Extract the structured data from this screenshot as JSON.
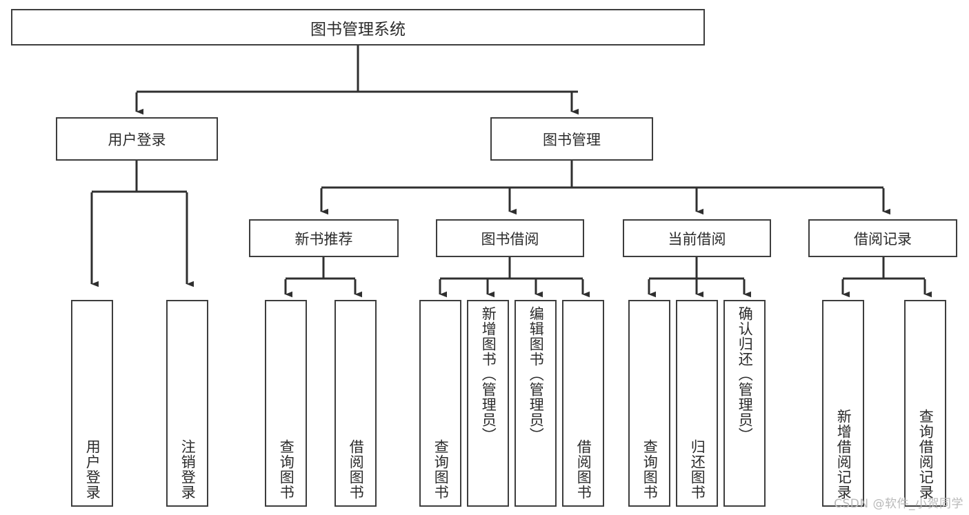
{
  "diagram": {
    "title": "图书管理系统",
    "root": {
      "label": "图书管理系统"
    },
    "level2": [
      {
        "label": "用户登录"
      },
      {
        "label": "图书管理"
      }
    ],
    "level3": [
      {
        "label": "新书推荐"
      },
      {
        "label": "图书借阅"
      },
      {
        "label": "当前借阅"
      },
      {
        "label": "借阅记录"
      }
    ],
    "leaves": {
      "user_login": [
        {
          "label": "用户登录"
        },
        {
          "label": "注销登录"
        }
      ],
      "new_book_recommend": [
        {
          "label": "查询图书"
        },
        {
          "label": "借阅图书"
        }
      ],
      "book_borrow": [
        {
          "label": "查询图书"
        },
        {
          "label": "新增图书（管理员）"
        },
        {
          "label": "编辑图书（管理员）"
        },
        {
          "label": "借阅图书"
        }
      ],
      "current_borrow": [
        {
          "label": "查询图书"
        },
        {
          "label": "归还图书"
        },
        {
          "label": "确认归还（管理员）"
        }
      ],
      "borrow_record": [
        {
          "label": "新增借阅记录"
        },
        {
          "label": "查询借阅记录"
        }
      ]
    }
  },
  "watermark": {
    "text": "CSDN @软件_小贺同学"
  },
  "colors": {
    "box_border": "#3d3d3d",
    "text": "#2b2b2b",
    "connector": "#2f2f2f",
    "background": "#ffffff",
    "watermark": "#b9b9b9"
  }
}
